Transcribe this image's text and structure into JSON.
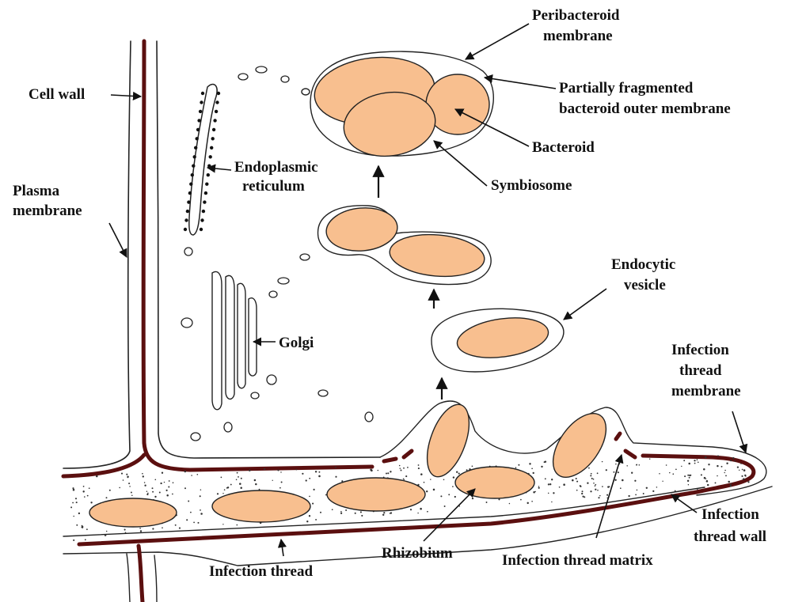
{
  "labels": {
    "cell_wall": "Cell wall",
    "plasma_membrane_1": "Plasma",
    "plasma_membrane_2": "membrane",
    "endoplasmic_reticulum_1": "Endoplasmic",
    "endoplasmic_reticulum_2": "reticulum",
    "golgi": "Golgi",
    "peribacteroid_membrane_1": "Peribacteroid",
    "peribacteroid_membrane_2": "membrane",
    "partially_fragmented_1": "Partially fragmented",
    "partially_fragmented_2": "bacteroid outer membrane",
    "bacteroid": "Bacteroid",
    "symbiosome": "Symbiosome",
    "endocytic_vesicle_1": "Endocytic",
    "endocytic_vesicle_2": "vesicle",
    "infection_thread_membrane_1": "Infection",
    "infection_thread_membrane_2": "thread",
    "infection_thread_membrane_3": "membrane",
    "infection_thread_wall_1": "Infection",
    "infection_thread_wall_2": "thread wall",
    "rhizobium": "Rhizobium",
    "infection_thread": "Infection thread",
    "infection_thread_matrix": "Infection thread matrix"
  },
  "colors": {
    "bacterium_fill": "#f8bf8f",
    "cell_wall_stroke": "#5b0f0f",
    "outline": "#222222"
  }
}
